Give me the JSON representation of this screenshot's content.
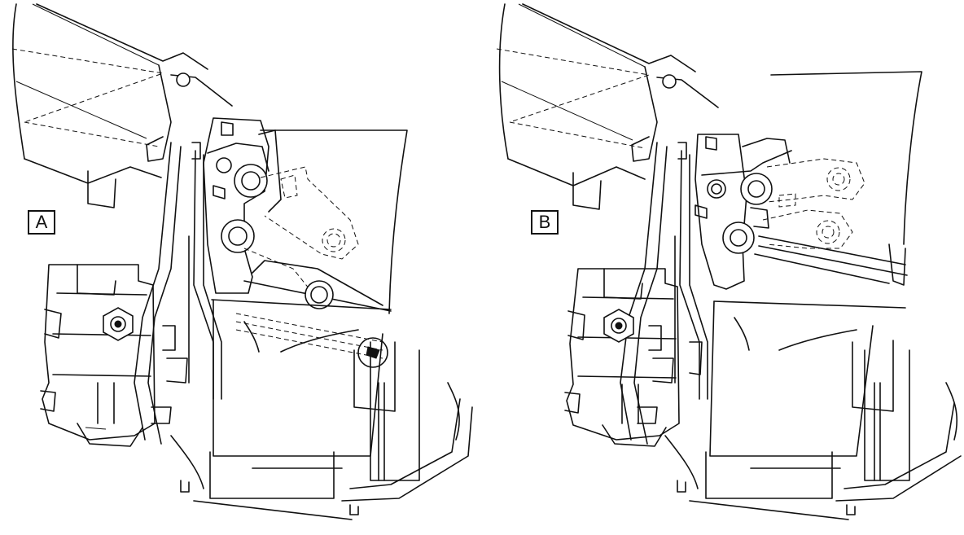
{
  "figure": {
    "panels": [
      {
        "id": "panel-a",
        "label": "A"
      },
      {
        "id": "panel-b",
        "label": "B"
      }
    ],
    "colors": {
      "line": "#111111",
      "background": "#ffffff"
    }
  }
}
